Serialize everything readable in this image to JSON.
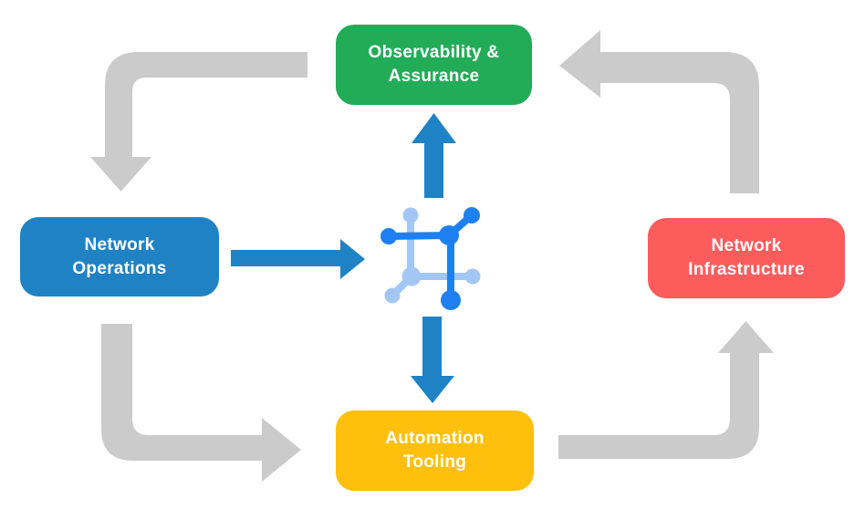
{
  "diagram": {
    "background_color": "#ffffff",
    "nodes": {
      "observability": {
        "line1": "Observability &",
        "line2": "Assurance",
        "color": "#22AC58"
      },
      "network_operations": {
        "line1": "Network",
        "line2": "Operations",
        "color": "#1F82C4"
      },
      "network_infrastructure": {
        "line1": "Network",
        "line2": "Infrastructure",
        "color": "#FD5C5C"
      },
      "automation_tooling": {
        "line1": "Automation",
        "line2": "Tooling",
        "color": "#FFC00D"
      }
    },
    "colors": {
      "cycle_arrow_gray": "#CBCBCB",
      "flow_arrow_blue": "#1F82C4",
      "hub_icon_blue": "#1E80F0",
      "hub_icon_light_blue": "#A3C7F4"
    },
    "hub_icon": "network-hub-icon"
  }
}
